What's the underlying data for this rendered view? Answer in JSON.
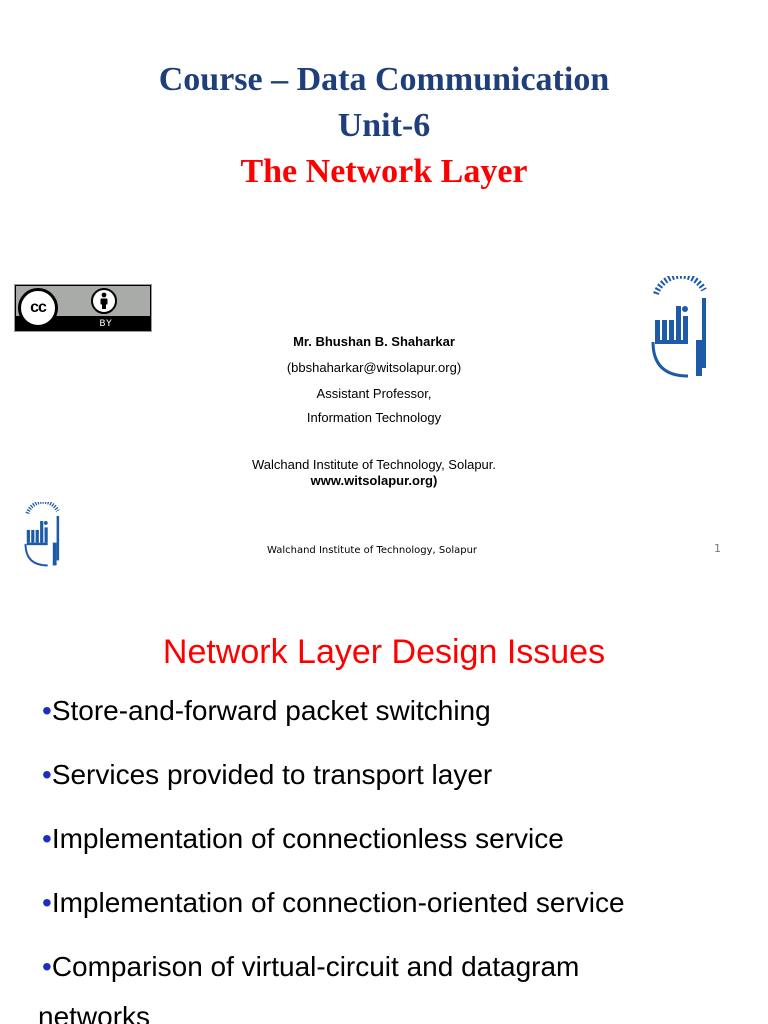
{
  "slide1": {
    "title_line1": "Course – Data Communication",
    "title_line2": "Unit-6",
    "title_line3": "The Network Layer",
    "title_color": "#1f3f7a",
    "subtitle_color": "#ff0000",
    "cc_badge": {
      "icon": "cc-icon",
      "by_icon": "attribution-icon",
      "by_label": "BY"
    },
    "author": {
      "name": "Mr. Bhushan B. Shaharkar",
      "email": "(bbshaharkar@witsolapur.org)",
      "designation": "Assistant Professor,",
      "department": "Information Technology",
      "institute": "Walchand Institute of Technology, Solapur.",
      "website": "www.witsolapur.org)"
    },
    "footer": "Walchand Institute of Technology, Solapur",
    "page_number": "1",
    "logo_icon": "wit-logo",
    "logo_color": "#1d5aa8"
  },
  "slide2": {
    "title": "Network Layer Design Issues",
    "bullet_symbol": "•",
    "bullets": [
      "Store-and-forward packet switching",
      "Services provided to transport layer",
      "Implementation of connectionless service",
      "Implementation of connection-oriented service",
      "Comparison of virtual-circuit and datagram"
    ],
    "bullet_continuation": "networks"
  }
}
